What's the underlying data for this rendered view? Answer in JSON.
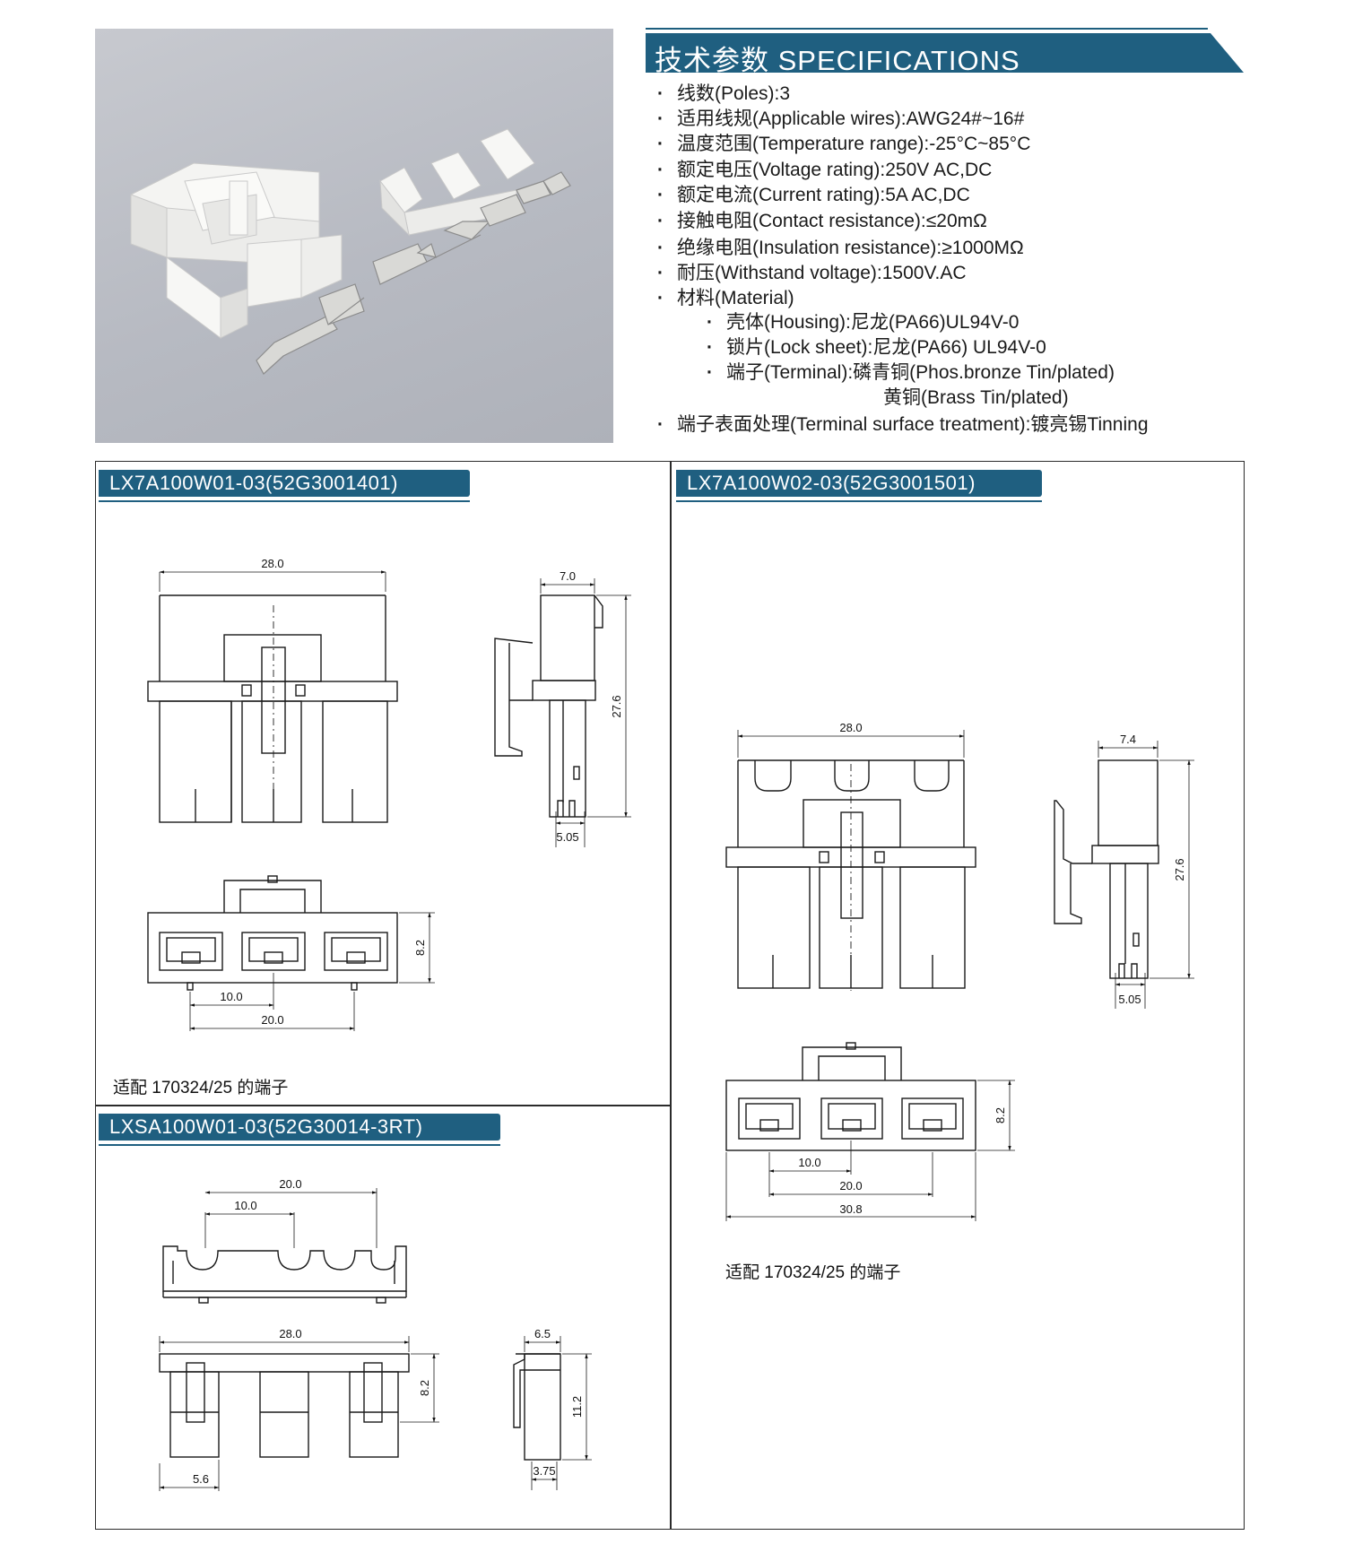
{
  "specs": {
    "title": "技术参数 SPECIFICATIONS",
    "items": [
      {
        "indent": 0,
        "text": "线数(Poles):3"
      },
      {
        "indent": 0,
        "text": "适用线规(Applicable wires):AWG24#~16#"
      },
      {
        "indent": 0,
        "text": "温度范围(Temperature range):-25°C~85°C"
      },
      {
        "indent": 0,
        "text": "额定电压(Voltage rating):250V AC,DC"
      },
      {
        "indent": 0,
        "text": "额定电流(Current rating):5A AC,DC"
      },
      {
        "indent": 0,
        "text": "接触电阻(Contact resistance):≤20mΩ"
      },
      {
        "indent": 0,
        "text": "绝缘电阻(Insulation resistance):≥1000MΩ"
      },
      {
        "indent": 0,
        "text": "耐压(Withstand voltage):1500V.AC"
      },
      {
        "indent": 0,
        "text": "材料(Material)"
      },
      {
        "indent": 1,
        "text": "壳体(Housing):尼龙(PA66)UL94V-0"
      },
      {
        "indent": 1,
        "text": "锁片(Lock sheet):尼龙(PA66) UL94V-0"
      },
      {
        "indent": 1,
        "text": "端子(Terminal):磷青铜(Phos.bronze Tin/plated)"
      },
      {
        "indent": 2,
        "text": "黄铜(Brass Tin/plated)"
      },
      {
        "indent": 0,
        "text": "端子表面处理(Terminal surface treatment):镀亮锡Tinning"
      }
    ]
  },
  "parts": {
    "p1": {
      "label": "LX7A100W01-03(52G3001401)",
      "note": "适配  170324/25  的端子"
    },
    "p2": {
      "label": "LX7A100W02-03(52G3001501)",
      "note": "适配  170324/25  的端子"
    },
    "p3": {
      "label": "LXSA100W01-03(52G30014-3RT)"
    }
  },
  "dims": {
    "p1_width": "28.0",
    "p1_side_width": "7.0",
    "p1_height": "27.6",
    "p1_side_bottom": "5.05",
    "p1_face_height": "8.2",
    "p1_pitch": "10.0",
    "p1_span": "20.0",
    "p2_width": "28.0",
    "p2_side_width": "7.4",
    "p2_height": "27.6",
    "p2_side_bottom": "5.05",
    "p2_face_height": "8.2",
    "p2_pitch": "10.0",
    "p2_span": "20.0",
    "p2_total": "30.8",
    "p3_span": "20.0",
    "p3_pitch": "10.0",
    "p3_width": "28.0",
    "p3_height": "8.2",
    "p3_bottom": "5.6",
    "p3_side_width": "6.5",
    "p3_side_height": "11.2",
    "p3_side_bottom": "3.75"
  }
}
